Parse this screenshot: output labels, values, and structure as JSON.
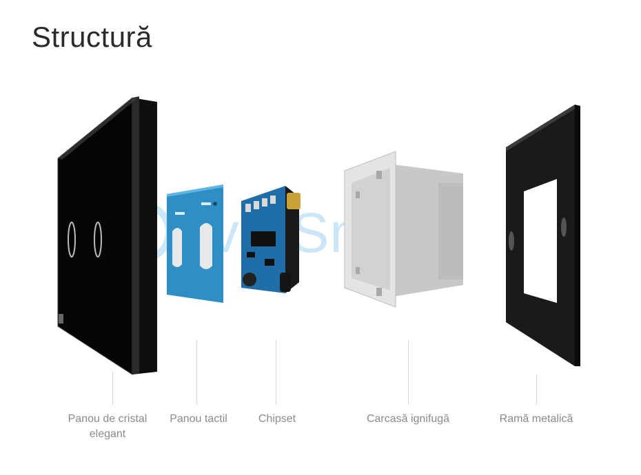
{
  "title": "Structură",
  "watermark": "Live-Smart",
  "components": [
    {
      "label_line1": "Panou de cristal",
      "label_line2": "elegant"
    },
    {
      "label_line1": "Panou tactil",
      "label_line2": ""
    },
    {
      "label_line1": "Chipset",
      "label_line2": ""
    },
    {
      "label_line1": "Carcasă ignifugă",
      "label_line2": ""
    },
    {
      "label_line1": "Ramă metalică",
      "label_line2": ""
    }
  ]
}
